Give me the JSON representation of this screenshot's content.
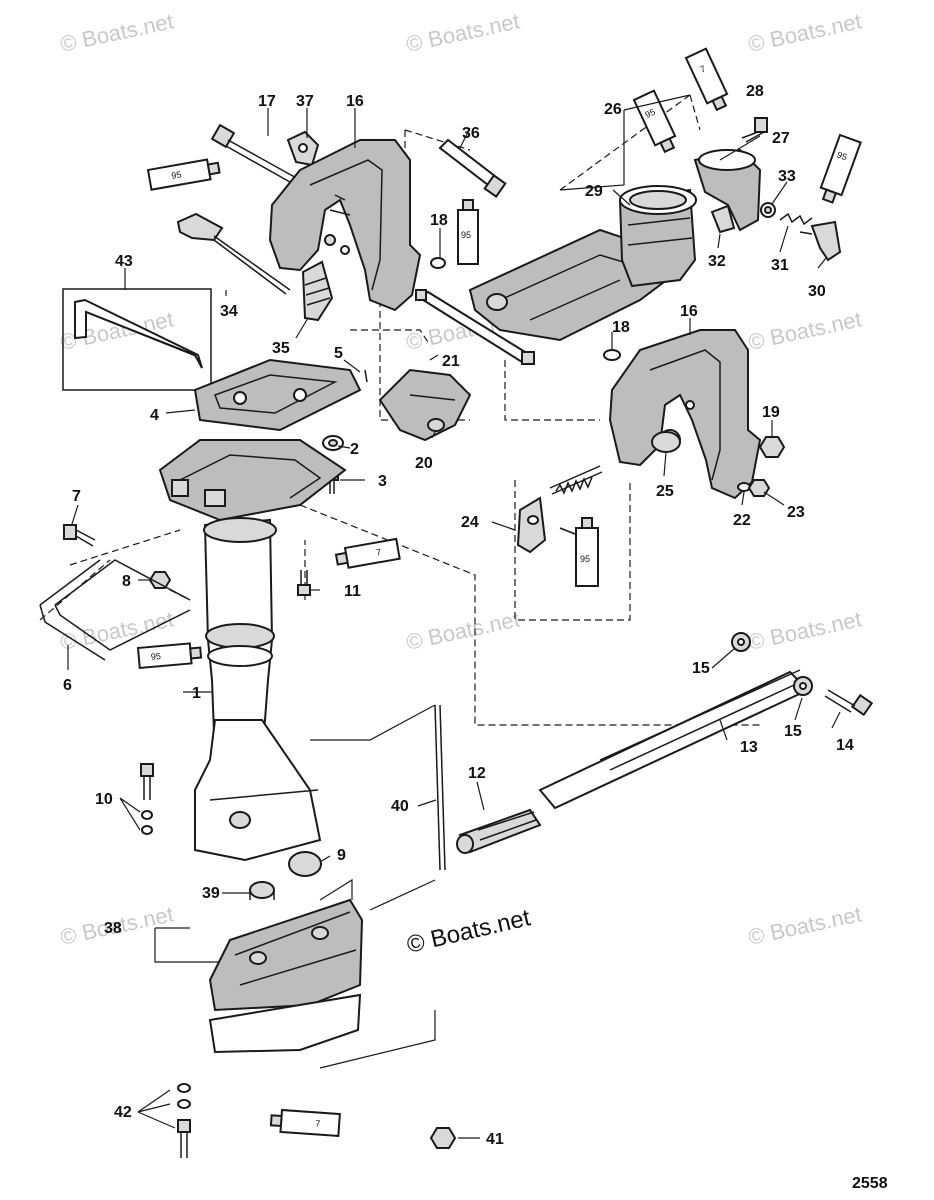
{
  "diagram": {
    "watermark_text": "© Boats.net",
    "copyright_text": "© Boats.net",
    "figure_number": "2558",
    "callouts": [
      {
        "id": "c1",
        "label": "1"
      },
      {
        "id": "c2",
        "label": "2"
      },
      {
        "id": "c3",
        "label": "3"
      },
      {
        "id": "c4",
        "label": "4"
      },
      {
        "id": "c5",
        "label": "5"
      },
      {
        "id": "c6",
        "label": "6"
      },
      {
        "id": "c7",
        "label": "7"
      },
      {
        "id": "c8",
        "label": "8"
      },
      {
        "id": "c9",
        "label": "9"
      },
      {
        "id": "c10",
        "label": "10"
      },
      {
        "id": "c11",
        "label": "11"
      },
      {
        "id": "c12",
        "label": "12"
      },
      {
        "id": "c13",
        "label": "13"
      },
      {
        "id": "c14",
        "label": "14"
      },
      {
        "id": "c15a",
        "label": "15"
      },
      {
        "id": "c15b",
        "label": "15"
      },
      {
        "id": "c16a",
        "label": "16"
      },
      {
        "id": "c16b",
        "label": "16"
      },
      {
        "id": "c17",
        "label": "17"
      },
      {
        "id": "c18a",
        "label": "18"
      },
      {
        "id": "c18b",
        "label": "18"
      },
      {
        "id": "c19",
        "label": "19"
      },
      {
        "id": "c20",
        "label": "20"
      },
      {
        "id": "c21",
        "label": "21"
      },
      {
        "id": "c22",
        "label": "22"
      },
      {
        "id": "c23",
        "label": "23"
      },
      {
        "id": "c24",
        "label": "24"
      },
      {
        "id": "c25",
        "label": "25"
      },
      {
        "id": "c26",
        "label": "26"
      },
      {
        "id": "c27",
        "label": "27"
      },
      {
        "id": "c28",
        "label": "28"
      },
      {
        "id": "c29",
        "label": "29"
      },
      {
        "id": "c30",
        "label": "30"
      },
      {
        "id": "c31",
        "label": "31"
      },
      {
        "id": "c32",
        "label": "32"
      },
      {
        "id": "c33",
        "label": "33"
      },
      {
        "id": "c34",
        "label": "34"
      },
      {
        "id": "c35",
        "label": "35"
      },
      {
        "id": "c36",
        "label": "36"
      },
      {
        "id": "c37",
        "label": "37"
      },
      {
        "id": "c38",
        "label": "38"
      },
      {
        "id": "c39",
        "label": "39"
      },
      {
        "id": "c40",
        "label": "40"
      },
      {
        "id": "c41",
        "label": "41"
      },
      {
        "id": "c42",
        "label": "42"
      },
      {
        "id": "c43",
        "label": "43"
      }
    ],
    "tube_labels": {
      "t95": "95",
      "t7": "7"
    }
  }
}
